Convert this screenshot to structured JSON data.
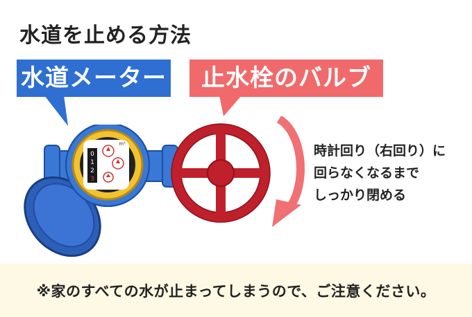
{
  "title": "水道を止める方法",
  "labels": {
    "meter": "水道メーター",
    "valve": "止水栓のバルブ"
  },
  "instruction": {
    "lines": [
      "時計回り（右回り）に",
      "回らなくなるまで",
      "しっかり閉める"
    ]
  },
  "meter_dial": {
    "digits": [
      "0",
      "1",
      "2",
      "3"
    ],
    "unit": "m³"
  },
  "footer": {
    "note": "※家のすべての水が止まってしまうので、ご注意ください。"
  },
  "colors": {
    "blue_label": "#2e6fd1",
    "red_label": "#f06a6c",
    "valve": "#c0202b",
    "arrow": "#f07074",
    "meter_body": "#3a78d6",
    "meter_ring": "#f2c230",
    "footer_bg": "#fdf9e4"
  },
  "icons": [
    "water-meter-icon",
    "valve-handle-icon",
    "clockwise-arrow-icon"
  ]
}
